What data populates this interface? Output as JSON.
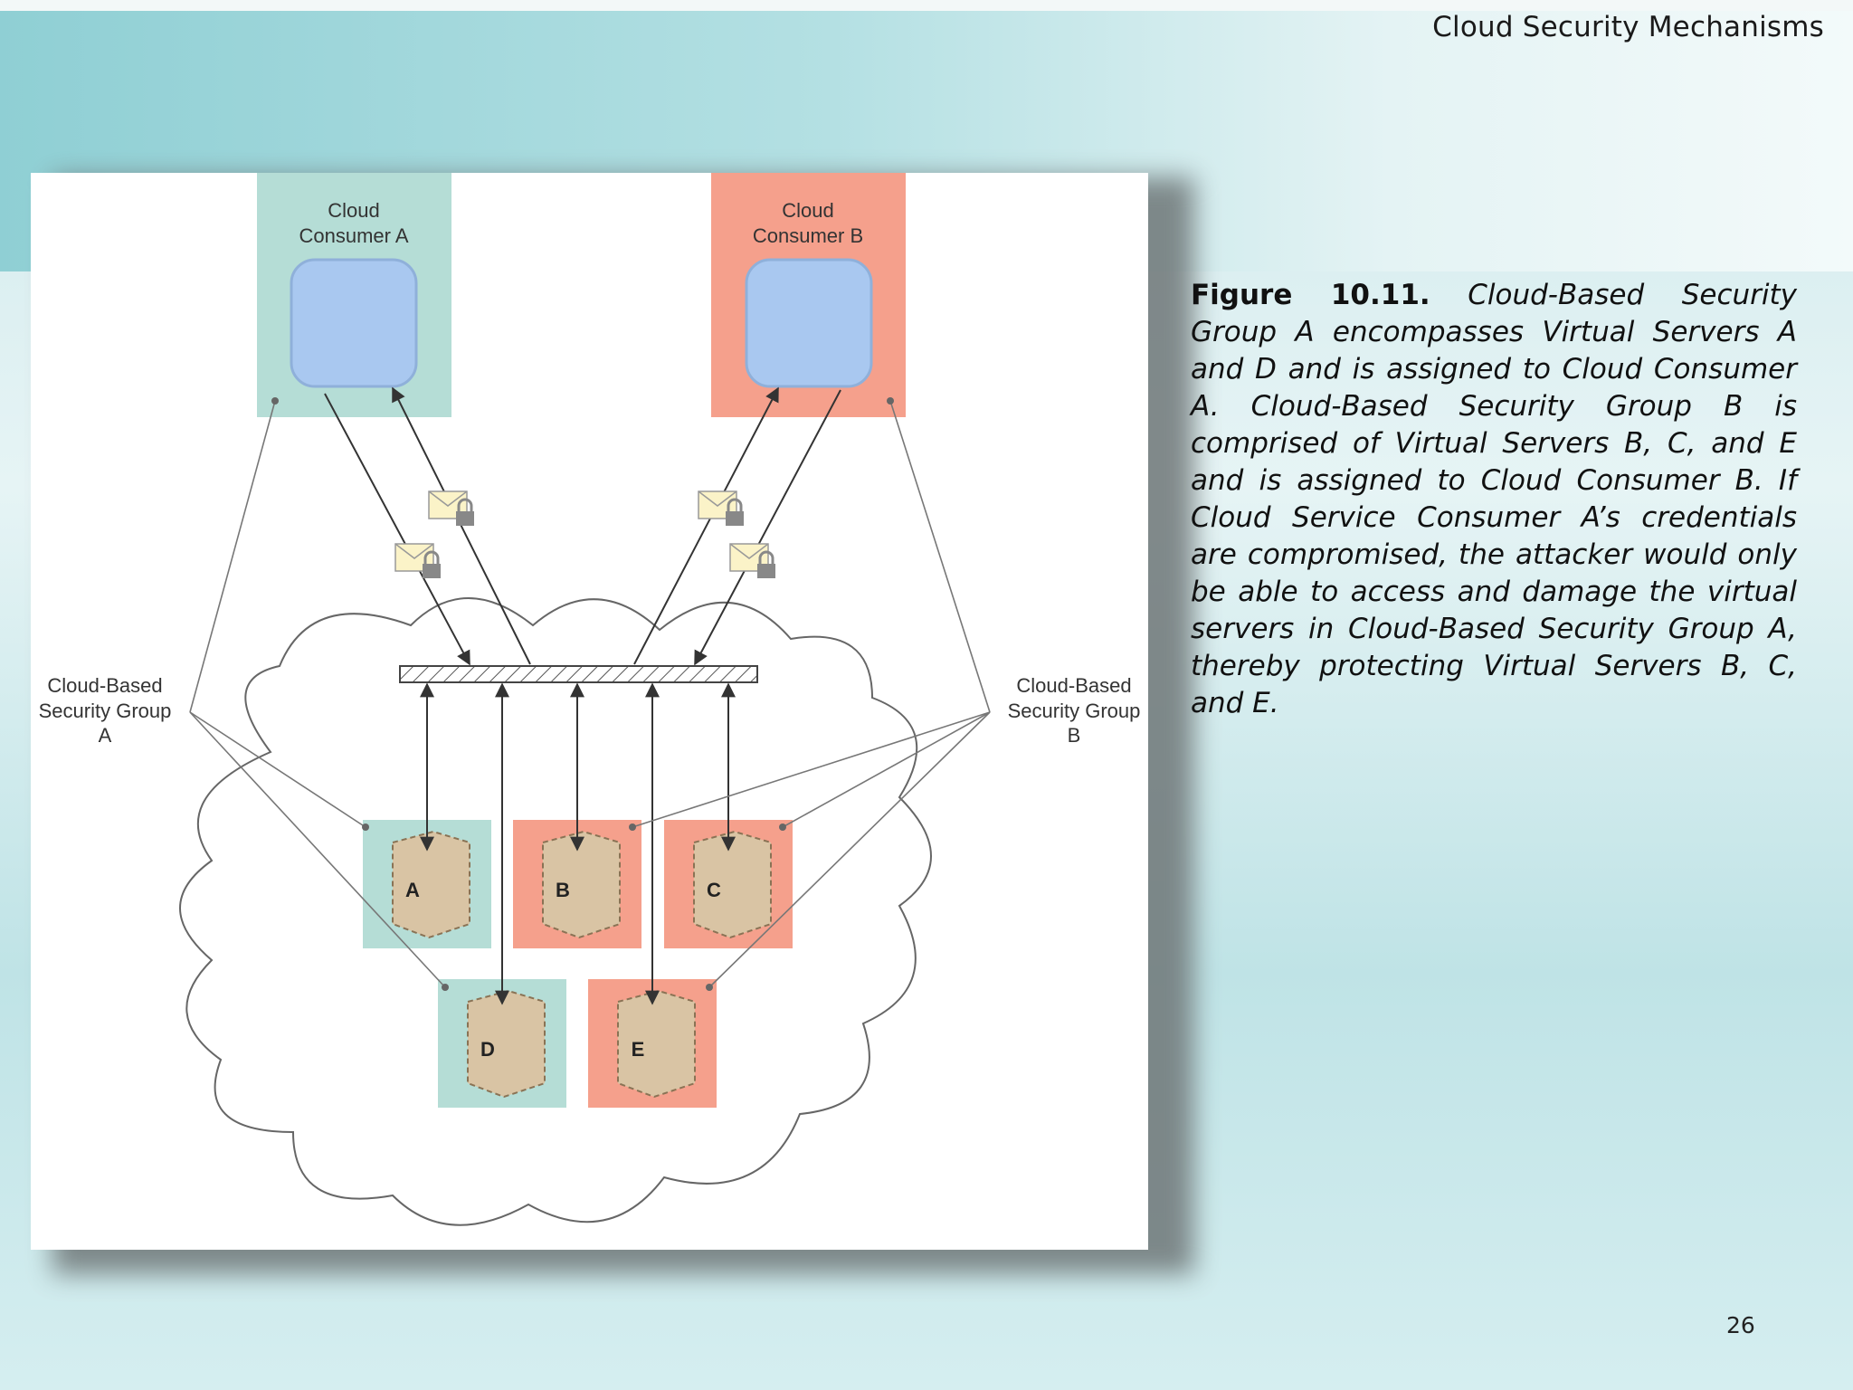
{
  "header": {
    "title": "Cloud Security Mechanisms"
  },
  "diagram": {
    "consumer_a": {
      "line1": "Cloud",
      "line2": "Consumer A"
    },
    "consumer_b": {
      "line1": "Cloud",
      "line2": "Consumer B"
    },
    "group_a": {
      "line1": "Cloud-Based",
      "line2": "Security Group",
      "line3": "A"
    },
    "group_b": {
      "line1": "Cloud-Based",
      "line2": "Security Group",
      "line3": "B"
    },
    "servers": [
      "A",
      "B",
      "C",
      "D",
      "E"
    ],
    "colors": {
      "group_a": "#b5ddd6",
      "group_b": "#f5a08c",
      "screen": "#a9c8f0",
      "server": "#d9c4a4"
    }
  },
  "caption": {
    "label": "Figure 10.11.",
    "text": "Cloud-Based Security Group A encompasses Virtual Servers A and D and is assigned to Cloud Consumer A. Cloud-Based Security Group B is comprised of Virtual Servers B, C, and E and is assigned to Cloud Consumer B. If Cloud Service Consumer A’s credentials are compromised, the attacker would only be able to access and damage the virtual servers in Cloud-Based Security Group A, thereby protecting Virtual Servers B, C, and E."
  },
  "page": {
    "number": "26"
  }
}
